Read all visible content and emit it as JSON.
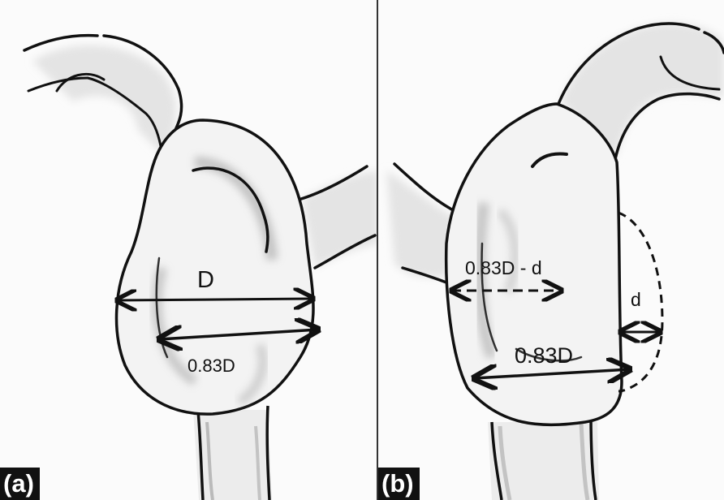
{
  "panels": [
    {
      "tag": "(a)",
      "labels": {
        "diameter": "D",
        "reduced": "0.83D"
      }
    },
    {
      "tag": "(b)",
      "labels": {
        "difference": "0.83D - d",
        "bulge": "d",
        "reduced": "0.83D"
      }
    }
  ],
  "colors": {
    "ink": "#111111",
    "shade": "#bdbdbd",
    "background": "#fbfbfb"
  }
}
